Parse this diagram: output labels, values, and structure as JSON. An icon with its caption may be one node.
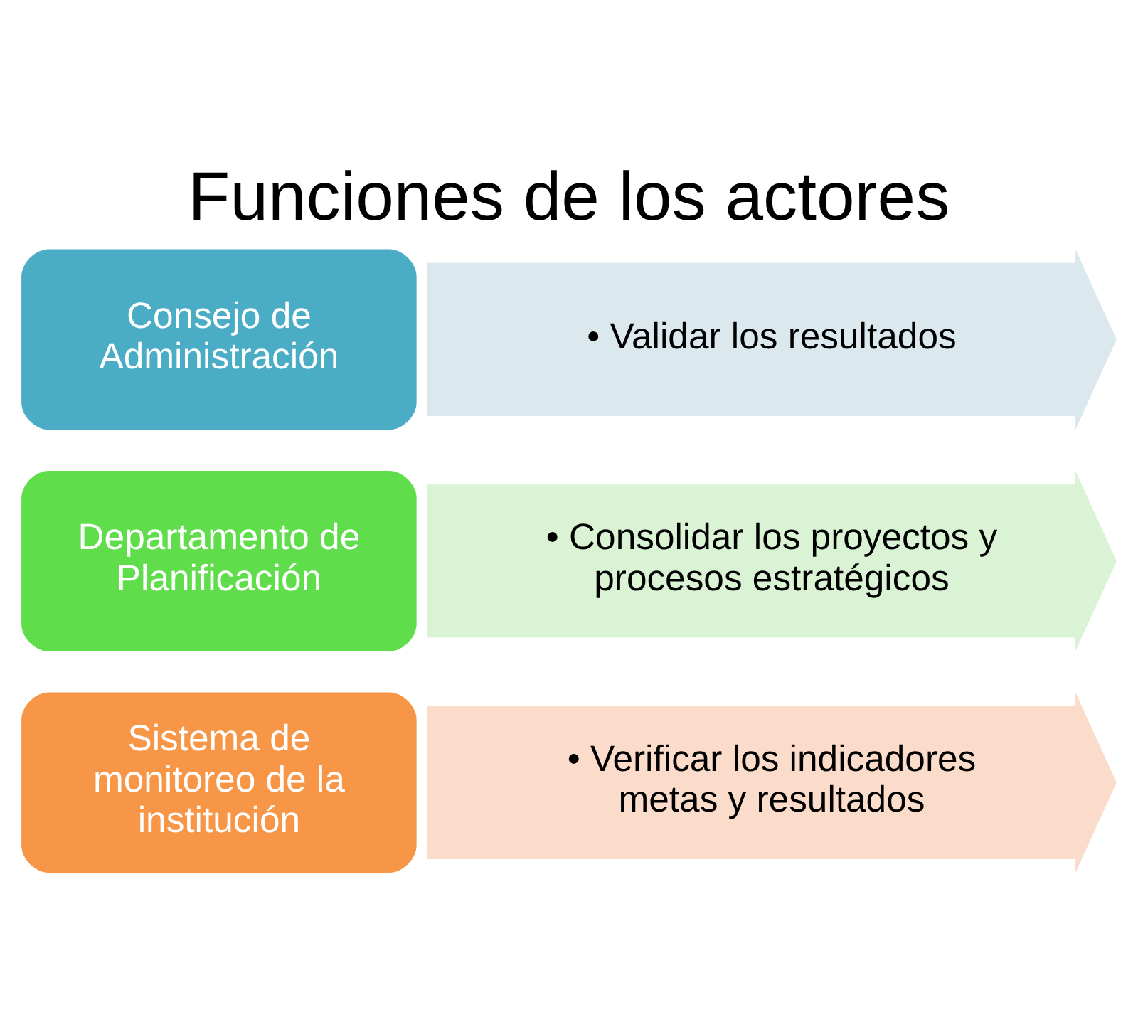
{
  "diagram": {
    "title": "Funciones de los actores",
    "nodes": [
      {
        "text": [
          "Consejo de Administración"
        ]
      },
      {
        "text": [
          "• Validar los resultados"
        ]
      },
      {
        "text": [
          "Departamento de Planificación"
        ]
      },
      {
        "text": [
          "• Consolidar los proyectos y procesos estratégicos"
        ]
      },
      {
        "text": [
          "Sistema de monitoreo de la institución"
        ]
      },
      {
        "text": [
          "• Verificar los indicadores metas y resultados"
        ]
      }
    ]
  }
}
